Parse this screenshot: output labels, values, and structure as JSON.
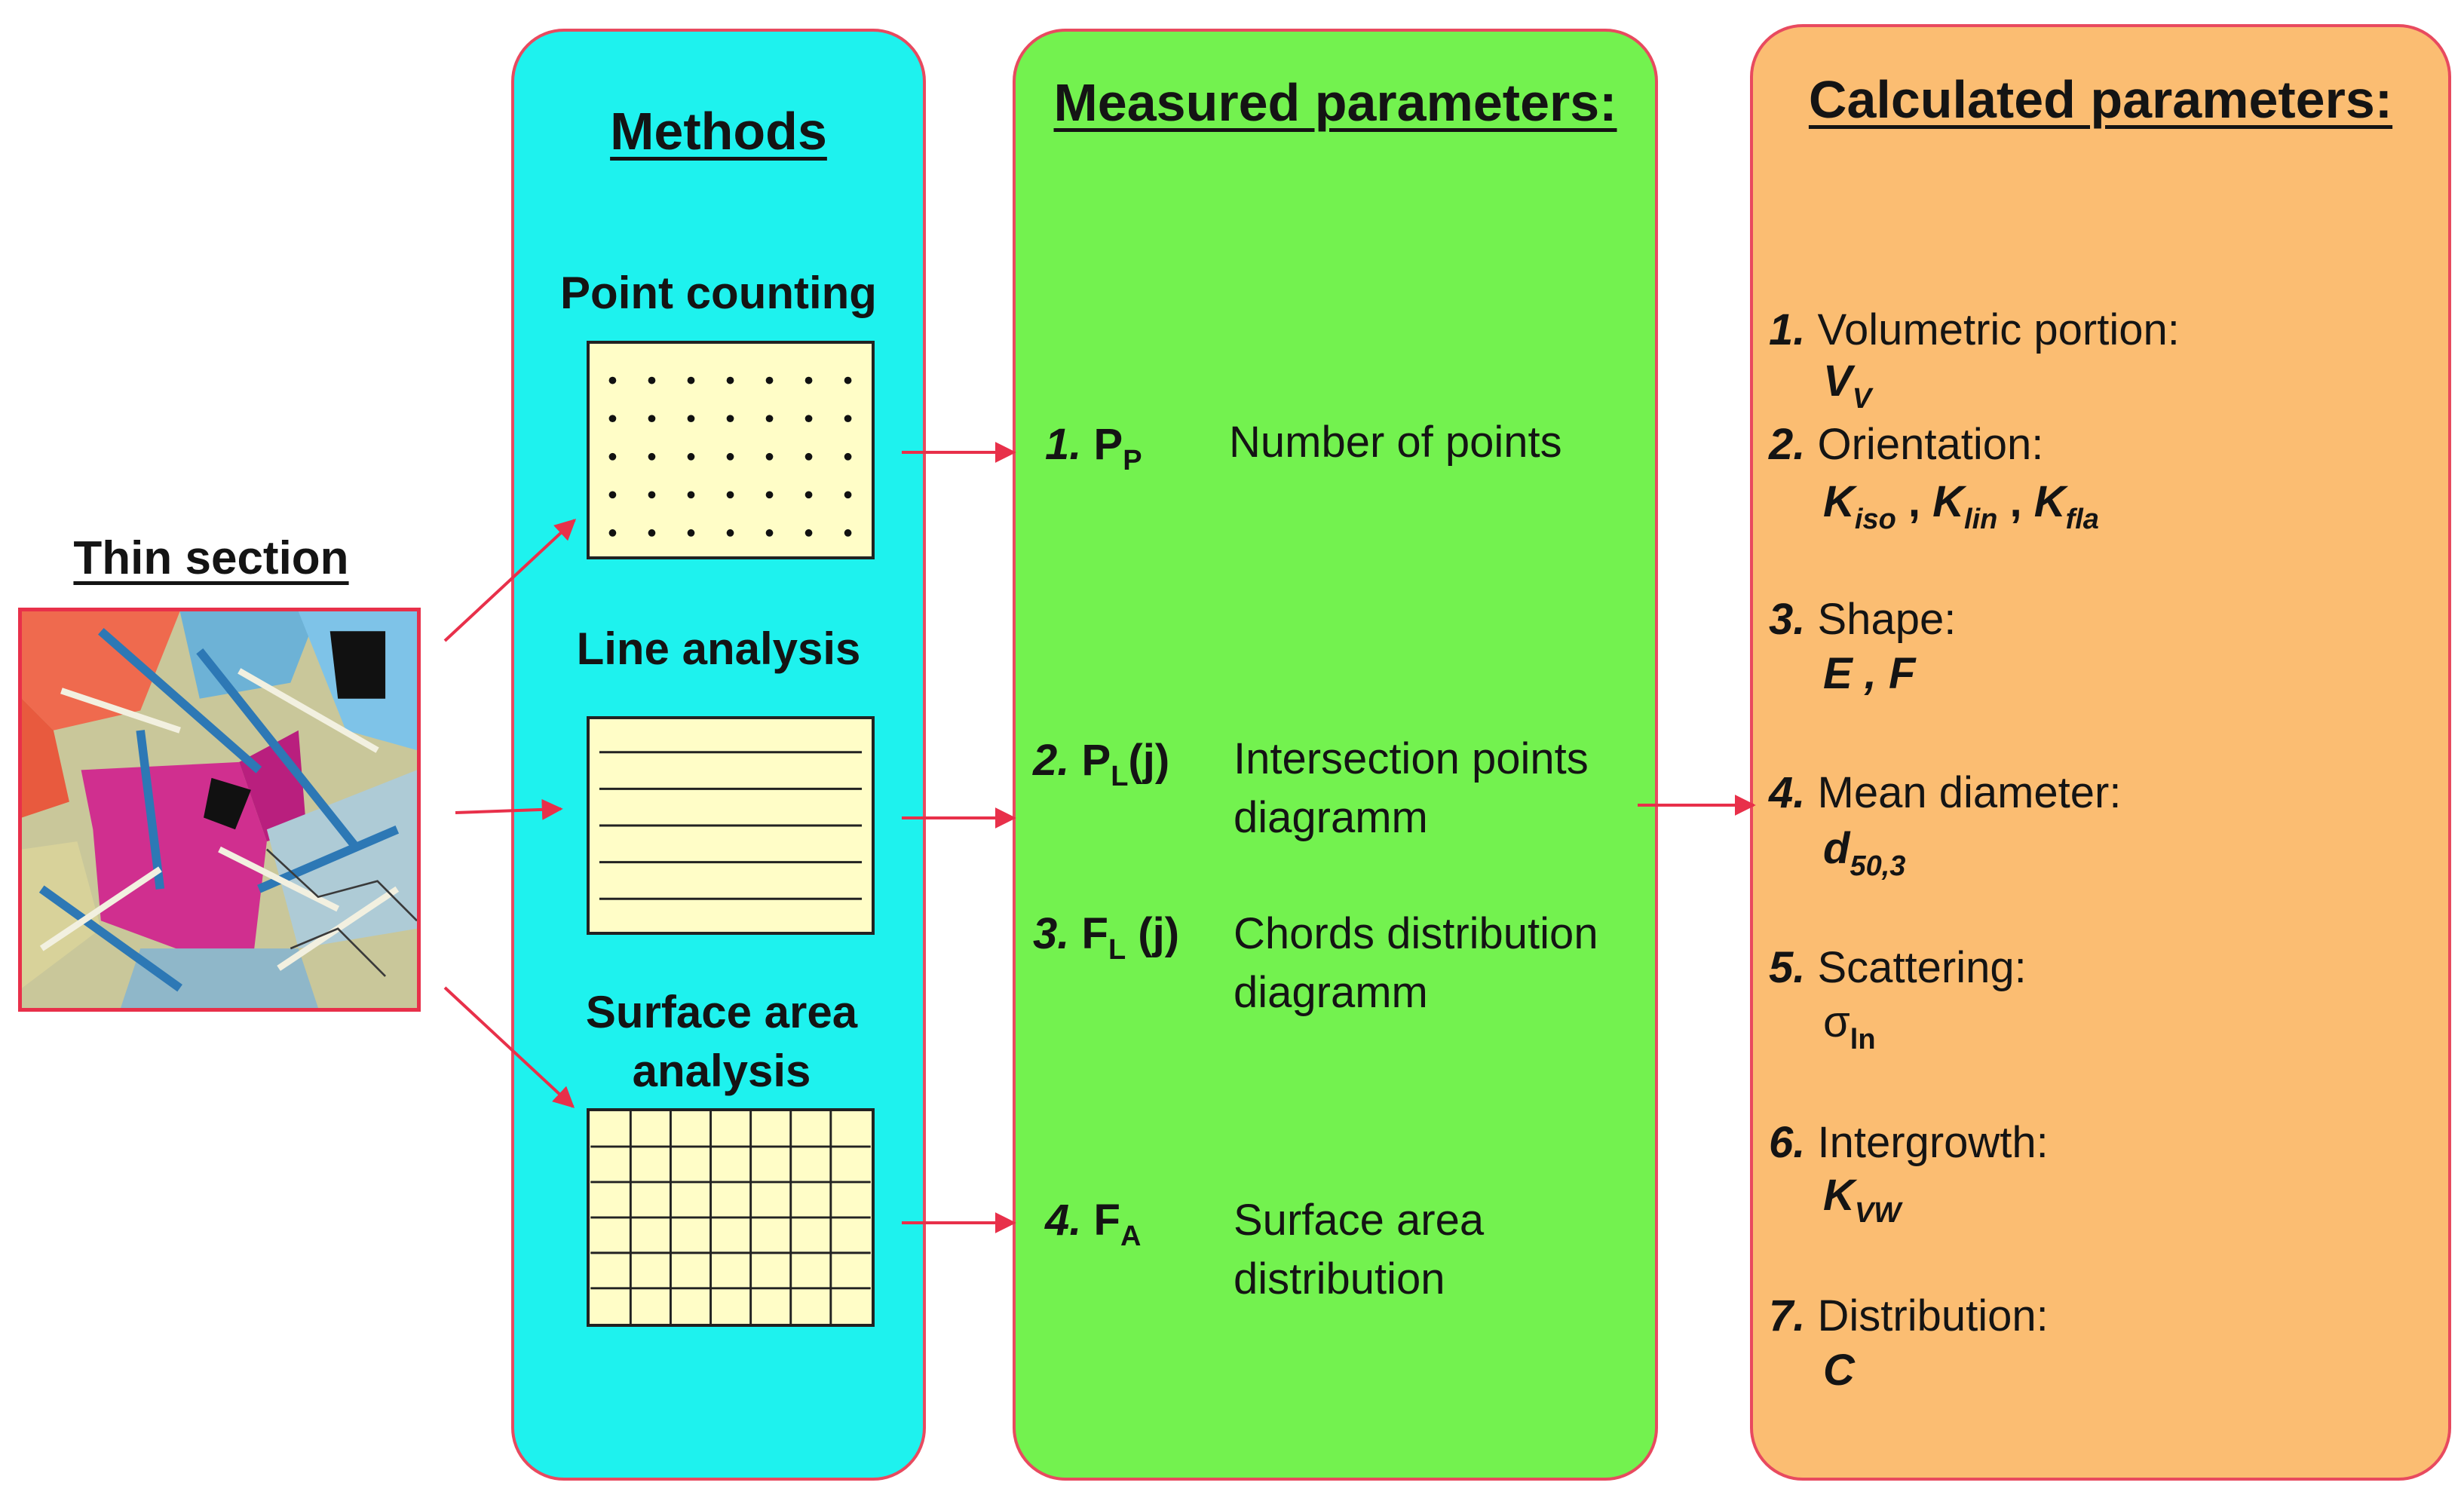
{
  "thin_section": {
    "title": "Thin section"
  },
  "methods": {
    "title": "Methods",
    "items": [
      {
        "label": "Point counting"
      },
      {
        "label": "Line analysis"
      },
      {
        "label": "Surface area analysis"
      }
    ]
  },
  "measured": {
    "title": "Measured parameters:",
    "items": [
      {
        "num": "1.",
        "sym": "P",
        "sub": "P",
        "suffix": "",
        "desc": "Number of points"
      },
      {
        "num": "2.",
        "sym": "P",
        "sub": "L",
        "suffix": "(j)",
        "desc": "Intersection points diagramm"
      },
      {
        "num": "3.",
        "sym": "F",
        "sub": "L",
        "suffix": " (j)",
        "desc": "Chords distribution diagramm"
      },
      {
        "num": "4.",
        "sym": "F",
        "sub": "A",
        "suffix": "",
        "desc": "Surface area distribution"
      }
    ]
  },
  "calculated": {
    "title": "Calculated parameters:",
    "items": [
      {
        "num": "1.",
        "label": "Volumetric portion:",
        "sym": "V",
        "sub": "V"
      },
      {
        "num": "2.",
        "label": "Orientation:",
        "sym_parts": [
          {
            "sym": "K",
            "sub": "iso"
          },
          {
            "sym": "K",
            "sub": "lin"
          },
          {
            "sym": "K",
            "sub": "fla"
          }
        ]
      },
      {
        "num": "3.",
        "label": "Shape:",
        "sym_text": "E , F"
      },
      {
        "num": "4.",
        "label": "Mean diameter:",
        "sym": "d",
        "sub": "50,3"
      },
      {
        "num": "5.",
        "label": "Scattering:",
        "sym": "σ",
        "sub": "ln"
      },
      {
        "num": "6.",
        "label": "Intergrowth:",
        "sym": "K",
        "sub": "VW"
      },
      {
        "num": "7.",
        "label": "Distribution:",
        "sym_text": "C"
      }
    ]
  },
  "colors": {
    "methods_bg": "#1ef2ee",
    "measured_bg": "#73f24f",
    "calculated_bg": "#fbbd72",
    "arrow": "#e8304a",
    "panel_bg": "#fffdc7"
  }
}
